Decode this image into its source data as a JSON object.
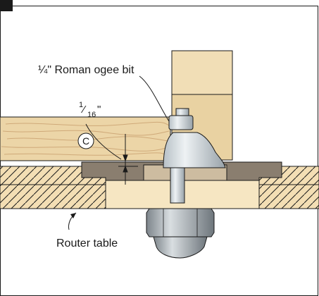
{
  "labels": {
    "bit": "¼\" Roman ogee bit",
    "gap_num": "1",
    "gap_den": "16",
    "gap_unit": "\"",
    "part": "C",
    "table": "Router table"
  },
  "colors": {
    "wood": "#ecd5a7",
    "wood_grain": "#c89f6e",
    "table_face": "#f3deb4",
    "insert_plate": "#8a7e6f",
    "bit_steel": "#cdd4d9",
    "collet": "#9aa4ab",
    "outline": "#1a1a1a"
  }
}
